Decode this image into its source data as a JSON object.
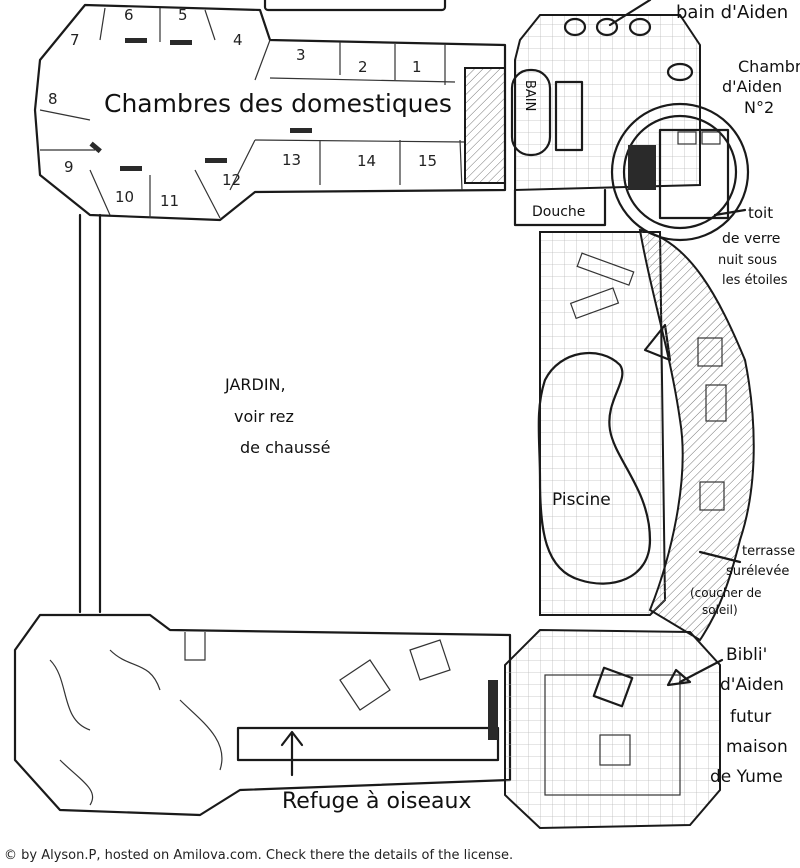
{
  "labels": {
    "top_bath": "bain d'Aiden",
    "servants": "Chambres des domestiques",
    "aiden_room_1": "Chambre",
    "aiden_room_2": "d'Aiden",
    "aiden_room_3": "N°2",
    "bath": "BAIN",
    "shower": "Douche",
    "glass_roof_1": "toit",
    "glass_roof_2": "de verre",
    "glass_roof_3": "nuit sous",
    "glass_roof_4": "les étoiles",
    "garden_1": "JARDIN,",
    "garden_2": "voir rez",
    "garden_3": "de chaussé",
    "pool": "Piscine",
    "terrace_1": "terrasse",
    "terrace_2": "surélevée",
    "terrace_3": "(coucher de",
    "terrace_4": "soleil)",
    "library_1": "Bibli'",
    "library_2": "d'Aiden",
    "library_3": "futur",
    "library_4": "maison",
    "library_5": "de Yume",
    "bird_refuge": "Refuge à oiseaux"
  },
  "room_numbers": {
    "r1": "1",
    "r2": "2",
    "r3": "3",
    "r4": "4",
    "r5": "5",
    "r6": "6",
    "r7": "7",
    "r8": "8",
    "r9": "9",
    "r10": "10",
    "r11": "11",
    "r12": "12",
    "r13": "13",
    "r14": "14",
    "r15": "15"
  },
  "credit": "© by Alyson.P, hosted on Amilova.com. Check there the details of the license."
}
